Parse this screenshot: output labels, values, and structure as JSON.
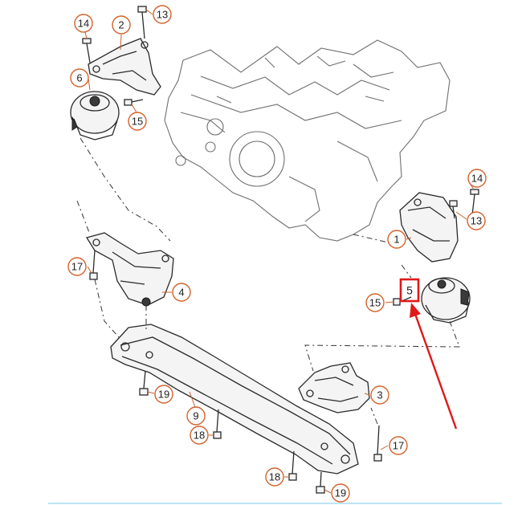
{
  "callouts": [
    {
      "id": "c14a",
      "label": "14"
    },
    {
      "id": "c2",
      "label": "2"
    },
    {
      "id": "c13a",
      "label": "13"
    },
    {
      "id": "c6",
      "label": "6"
    },
    {
      "id": "c15a",
      "label": "15"
    },
    {
      "id": "c14b",
      "label": "14"
    },
    {
      "id": "c13b",
      "label": "13"
    },
    {
      "id": "c1",
      "label": "1"
    },
    {
      "id": "c17a",
      "label": "17"
    },
    {
      "id": "c4",
      "label": "4"
    },
    {
      "id": "c15b",
      "label": "15"
    },
    {
      "id": "c19a",
      "label": "19"
    },
    {
      "id": "c9",
      "label": "9"
    },
    {
      "id": "c18a",
      "label": "18"
    },
    {
      "id": "c3",
      "label": "3"
    },
    {
      "id": "c17b",
      "label": "17"
    },
    {
      "id": "c18b",
      "label": "18"
    },
    {
      "id": "c19b",
      "label": "19"
    }
  ],
  "highlight": {
    "label": "5",
    "color": "#e01818"
  },
  "colors": {
    "callout_ring": "#d4622b",
    "arrow": "#e01818",
    "divider": "#a9dcef"
  }
}
